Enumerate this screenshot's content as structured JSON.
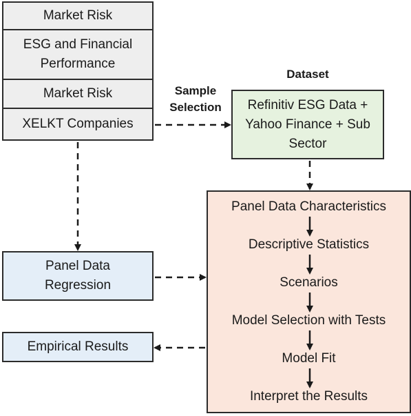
{
  "left_stack": {
    "items": [
      {
        "text": "Market Risk"
      },
      {
        "text": "ESG and Financial Performance"
      },
      {
        "text": "Market Risk"
      },
      {
        "text": "XELKT Companies"
      }
    ]
  },
  "sample_selection_label": "Sample Selection",
  "dataset": {
    "title": "Dataset",
    "text": "Refinitiv ESG Data + Yahoo Finance + Sub Sector"
  },
  "panel_regression": {
    "text": "Panel Data Regression"
  },
  "empirical_results": {
    "text": "Empirical Results"
  },
  "process": {
    "steps": [
      {
        "text": "Panel Data Characteristics"
      },
      {
        "text": "Descriptive Statistics"
      },
      {
        "text": "Scenarios"
      },
      {
        "text": "Model Selection with Tests"
      },
      {
        "text": "Model Fit"
      },
      {
        "text": "Interpret the Results"
      }
    ]
  },
  "colors": {
    "grey_fill": "#eeeeee",
    "green_fill": "#e6f2df",
    "blue_fill": "#e4eef8",
    "peach_fill": "#fbe6dc",
    "stroke": "#1a1a1a"
  }
}
